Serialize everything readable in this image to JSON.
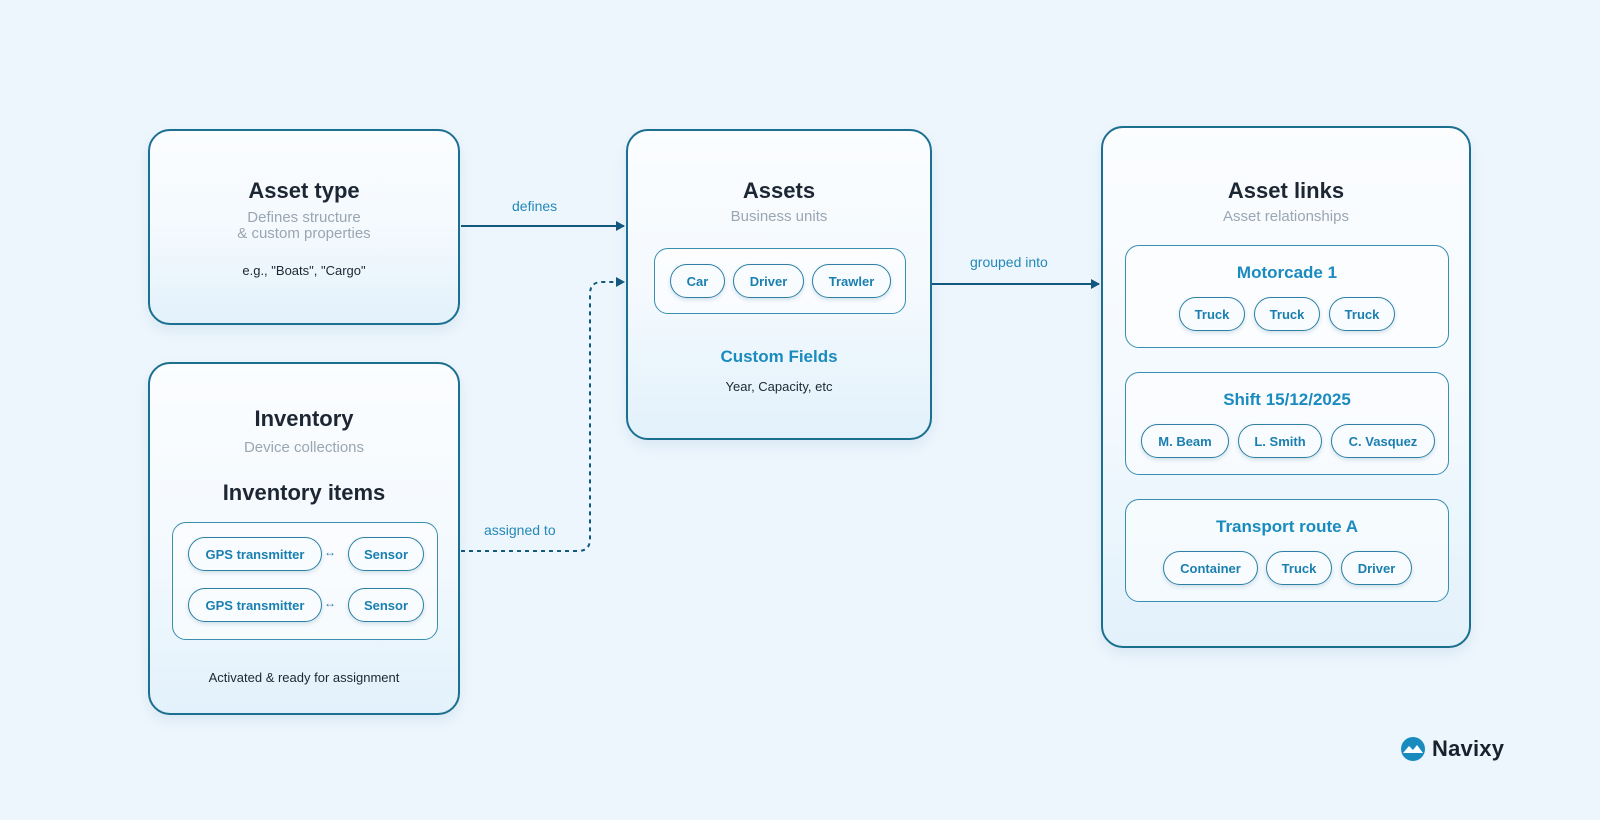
{
  "colors": {
    "accent": "#1a8bbf",
    "border": "#1b6f8f",
    "background": "#eef6fd",
    "edge": "#13587f"
  },
  "cards": {
    "asset_type": {
      "title": "Asset type",
      "subtitle_line1": "Defines structure",
      "subtitle_line2": "& custom properties",
      "example": "e.g., \"Boats\", \"Cargo\""
    },
    "inventory": {
      "title": "Inventory",
      "subtitle": "Device collections",
      "items_title": "Inventory items",
      "note": "Activated & ready for assignment",
      "rows": [
        {
          "device": "GPS transmitter",
          "link": "↔",
          "sensor": "Sensor"
        },
        {
          "device": "GPS transmitter",
          "link": "↔",
          "sensor": "Sensor"
        }
      ]
    },
    "assets": {
      "title": "Assets",
      "subtitle": "Business units",
      "units": [
        "Car",
        "Driver",
        "Trawler"
      ],
      "fields_title": "Custom Fields",
      "fields_note": "Year, Capacity, etc"
    },
    "asset_links": {
      "title": "Asset links",
      "subtitle": "Asset relationships",
      "groups": [
        {
          "name": "Motorcade 1",
          "members": [
            "Truck",
            "Truck",
            "Truck"
          ]
        },
        {
          "name": "Shift 15/12/2025",
          "members": [
            "M. Beam",
            "L. Smith",
            "C. Vasquez"
          ]
        },
        {
          "name": "Transport route A",
          "members": [
            "Container",
            "Truck",
            "Driver"
          ]
        }
      ]
    }
  },
  "edges": {
    "defines": "defines",
    "assigned_to": "assigned to",
    "grouped_into": "grouped into"
  },
  "brand": {
    "name": "Navixy",
    "icon": "navixy-logo-icon"
  }
}
